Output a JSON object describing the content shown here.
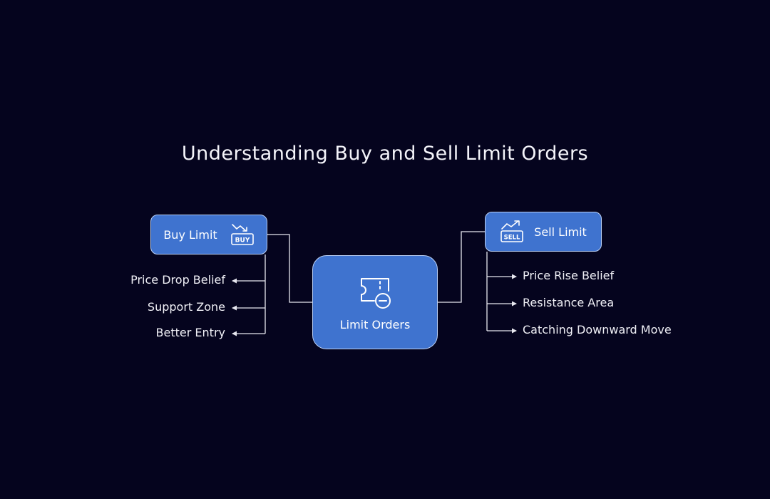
{
  "title": "Understanding Buy and Sell Limit Orders",
  "colors": {
    "background": "#05041e",
    "node_fill": "#3f73cf",
    "node_border": "#b9cff5",
    "connector": "#e8e8f0"
  },
  "center": {
    "label": "Limit Orders",
    "icon": "ticket-minus-icon"
  },
  "buy_limit": {
    "label": "Buy Limit",
    "icon": "buy-down-trend-icon",
    "icon_text": "BUY",
    "items": [
      "Price Drop Belief",
      "Support Zone",
      "Better Entry"
    ]
  },
  "sell_limit": {
    "label": "Sell Limit",
    "icon": "sell-up-trend-icon",
    "icon_text": "SELL",
    "items": [
      "Price Rise Belief",
      "Resistance Area",
      "Catching Downward Move"
    ]
  }
}
